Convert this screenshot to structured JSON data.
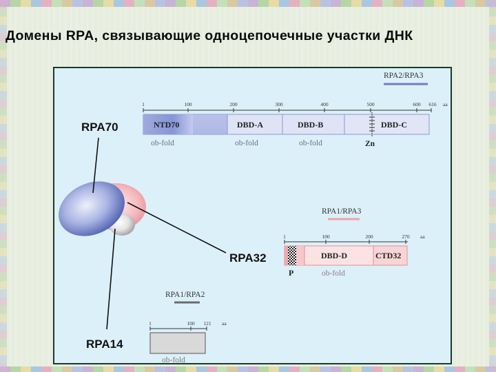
{
  "title": "Домены RPA, связывающие одноцепочечные участки ДНК",
  "colors": {
    "panel_bg": "#dcf0f9",
    "rpa70_blue": "#7f8fd2",
    "rpa32_pink": "#f0a8ad",
    "rpa14_gray": "#d9d9d9",
    "partner_line_blue": "#6d7fc3",
    "partner_line_pink": "#f0a1a8",
    "partner_line_gray": "#6b6b6b"
  },
  "proteins": {
    "rpa70": {
      "name": "RPA70",
      "partner_label": "RPA2/RPA3",
      "unit": "aa",
      "ticks": [
        "1",
        "100",
        "200",
        "300",
        "400",
        "500",
        "600",
        "616"
      ],
      "domains": [
        "NTD70",
        "DBD-A",
        "DBD-B",
        "DBD-C"
      ],
      "fold_labels": [
        "ob-fold",
        "ob-fold",
        "ob-fold",
        "Zn"
      ]
    },
    "rpa32": {
      "name": "RPA32",
      "partner_label": "RPA1/RPA3",
      "unit": "aa",
      "ticks": [
        "1",
        "100",
        "200",
        "270"
      ],
      "domains": [
        "DBD-D",
        "CTD32"
      ],
      "fold_labels": [
        "P",
        "ob-fold"
      ]
    },
    "rpa14": {
      "name": "RPA14",
      "partner_label": "RPA1/RPA2",
      "unit": "aa",
      "ticks": [
        "1",
        "100",
        "121"
      ],
      "fold_labels": [
        "ob-fold"
      ]
    }
  }
}
